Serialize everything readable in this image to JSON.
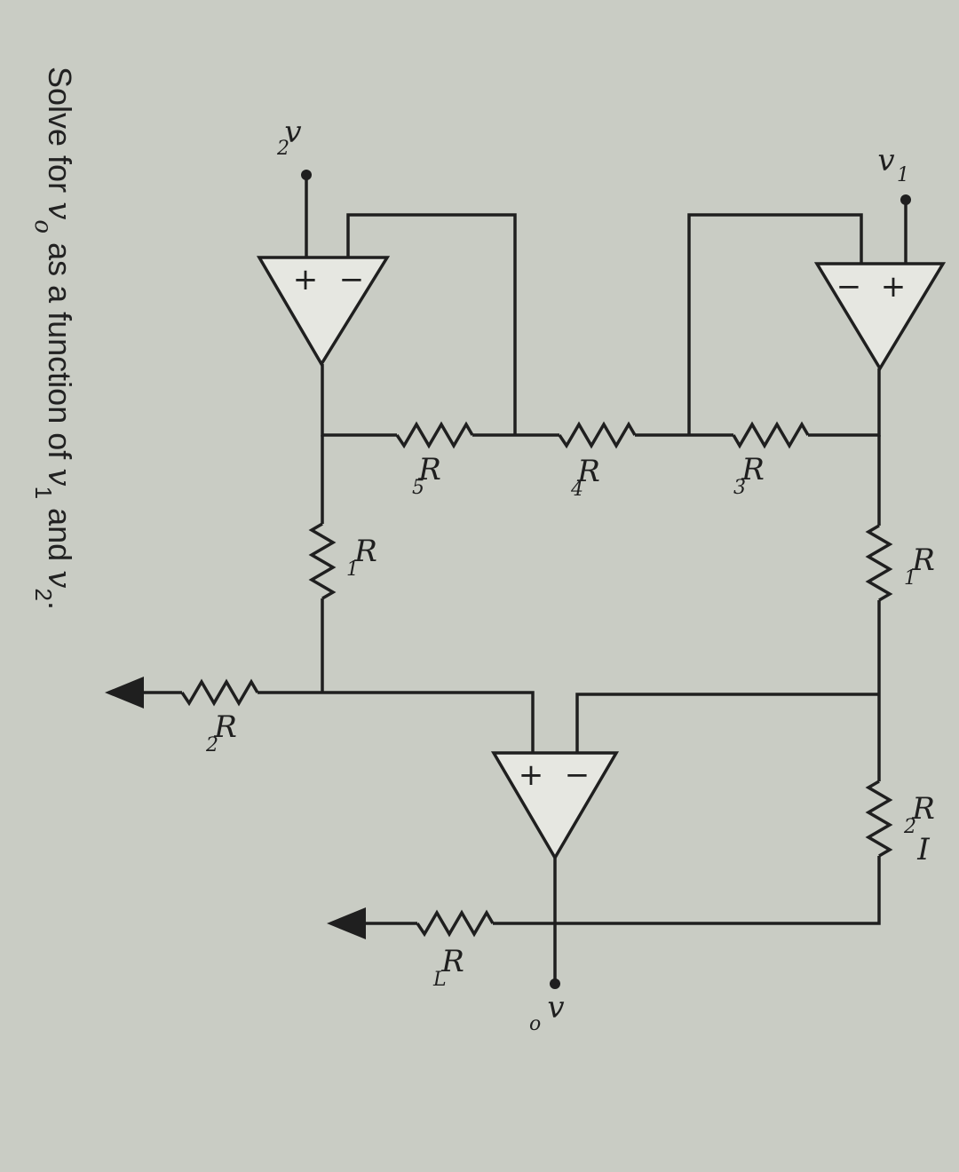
{
  "question": {
    "prefix": "Solve for ",
    "var_out": "v",
    "var_out_sub": "o",
    "middle": " as a function of ",
    "var_1": "v",
    "var_1_sub": "1",
    "connector": " and ",
    "var_2": "v",
    "var_2_sub": "2",
    "end": "."
  },
  "labels": {
    "v1": "v",
    "v1_sub": "1",
    "v2": "v",
    "v2_sub": "2",
    "vo": "v",
    "vo_sub": "o",
    "r1_top": "R",
    "r1_top_sub": "1",
    "r1_bottom": "R",
    "r1_bottom_sub": "1",
    "r2_top": "R",
    "r2_top_sub": "2",
    "r2_ground": "R",
    "r2_ground_sub": "2",
    "r3": "R",
    "r3_sub": "3",
    "r4": "R",
    "r4_sub": "4",
    "r5": "R",
    "r5_sub": "5",
    "rl": "R",
    "rl_sub": "L",
    "plus": "+",
    "minus": "−",
    "stray_mark": "I"
  }
}
